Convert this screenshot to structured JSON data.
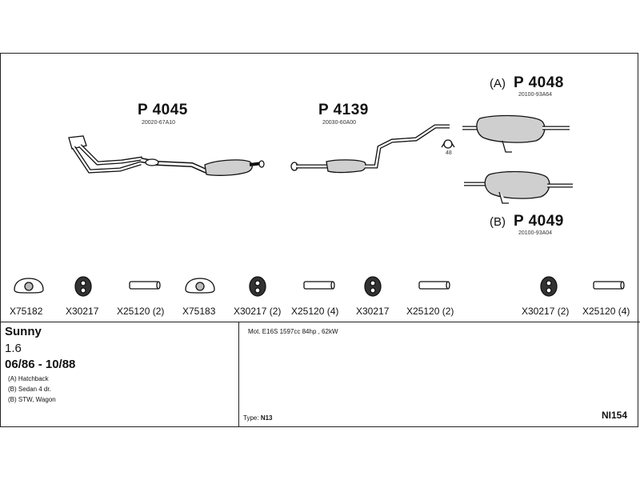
{
  "parts": [
    {
      "number": "P 4045",
      "code": "20020-67A10"
    },
    {
      "number": "P 4139",
      "code": "20030-60A00"
    },
    {
      "number": "P 4048",
      "code": "20100-93A64",
      "variant": "(A)"
    },
    {
      "number": "P 4049",
      "code": "20100-93A04",
      "variant": "(B)"
    }
  ],
  "clamp_note": "48",
  "accessories": [
    {
      "label": "X75182",
      "icon": "gasket-icon"
    },
    {
      "label": "X30217",
      "icon": "rubber-hanger-icon"
    },
    {
      "label": "X25120 (2)",
      "icon": "sleeve-icon"
    },
    {
      "label": "X75183",
      "icon": "gasket-icon"
    },
    {
      "label": "X30217 (2)",
      "icon": "rubber-hanger-icon"
    },
    {
      "label": "X25120 (4)",
      "icon": "sleeve-icon"
    },
    {
      "label": "X30217",
      "icon": "rubber-hanger-icon"
    },
    {
      "label": "X25120 (2)",
      "icon": "sleeve-icon"
    },
    {
      "label": "X30217 (2)",
      "icon": "rubber-hanger-icon"
    },
    {
      "label": "X25120 (4)",
      "icon": "sleeve-icon"
    }
  ],
  "vehicle": {
    "model": "Sunny",
    "engine_size": "1.6",
    "period": "06/86 - 10/88",
    "body_types": [
      "(A) Hatchback",
      "(B) Sedan 4 dr.",
      "(B) STW, Wagon"
    ]
  },
  "motor": "Mot. E16S 1597cc 84hp , 62kW",
  "type_label": "Type:",
  "type_value": "N13",
  "reference": "NI154"
}
